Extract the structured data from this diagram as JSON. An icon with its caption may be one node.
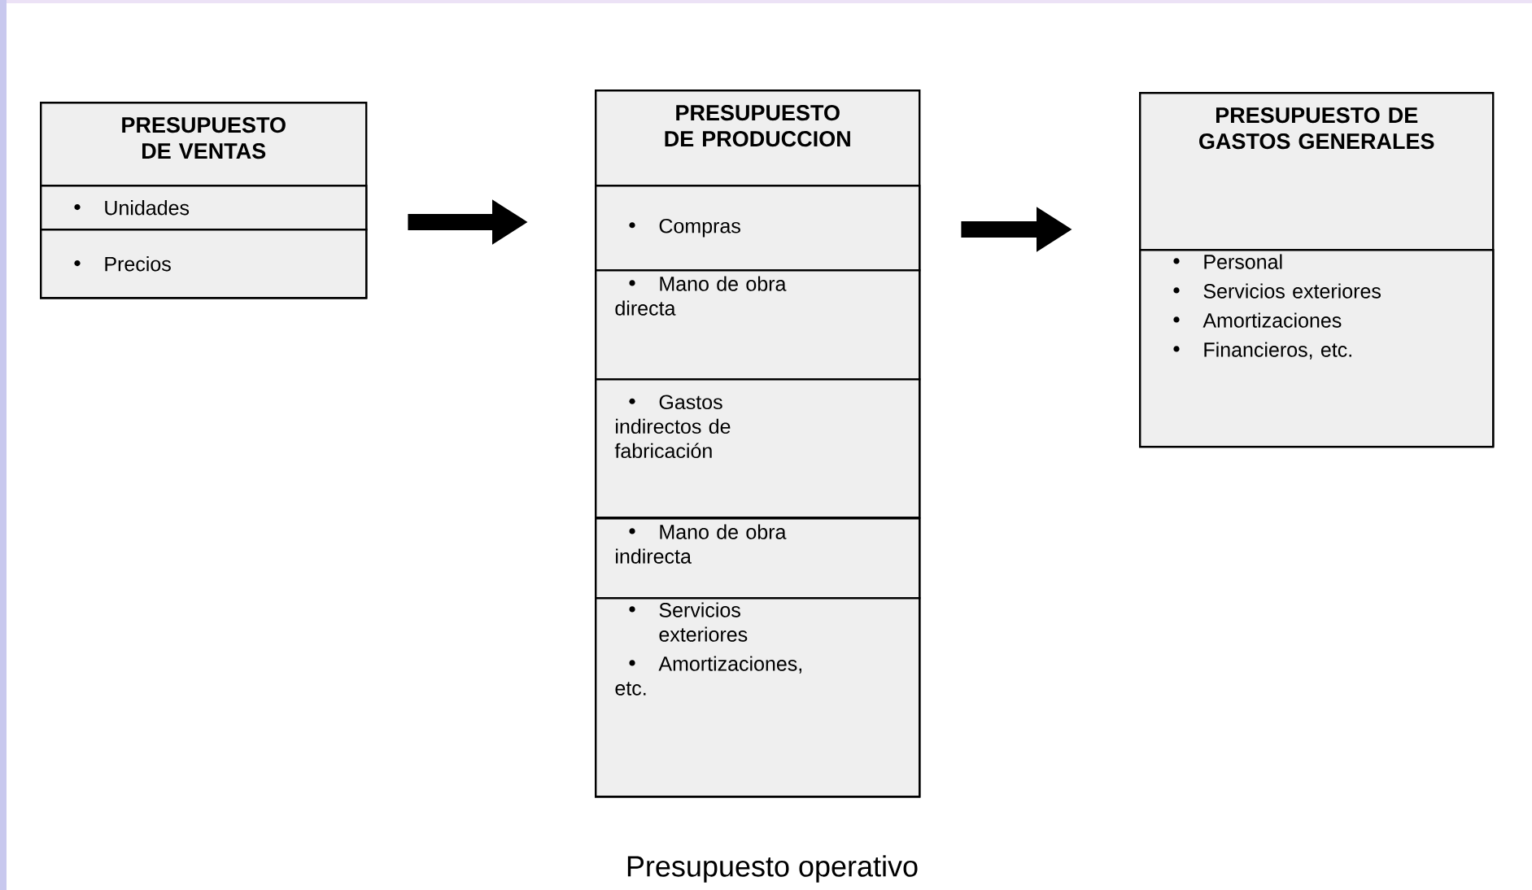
{
  "diagram": {
    "caption": "Presupuesto operativo",
    "nodes": [
      {
        "text": [
          "PRESUPUESTO DE VENTAS"
        ]
      },
      {
        "text": [
          "Unidades"
        ],
        "in": 0
      },
      {
        "text": [
          "Precios"
        ],
        "in": 0
      },
      {
        "text": [
          "PRESUPUESTO DE PRODUCCION"
        ]
      },
      {
        "text": [
          "Compras"
        ],
        "in": 3
      },
      {
        "text": [
          "Mano de obra directa"
        ],
        "in": 3
      },
      {
        "text": [
          "Gastos indirectos de fabricación"
        ],
        "in": 3
      },
      {
        "text": [
          "Mano de obra indirecta"
        ],
        "in": 3
      },
      {
        "text": [
          "Servicios exteriores",
          "Amortizaciones, etc."
        ],
        "in": 3
      },
      {
        "text": [
          "PRESUPUESTO DE GASTOS GENERALES"
        ]
      },
      {
        "text": [
          "Personal",
          "Servicios exteriores",
          "Amortizaciones",
          "Financieros, etc."
        ],
        "in": 9
      }
    ],
    "edges": [
      {
        "from": 0,
        "to": 3,
        "arrow": "to"
      },
      {
        "from": 3,
        "to": 9,
        "arrow": "to"
      }
    ]
  }
}
